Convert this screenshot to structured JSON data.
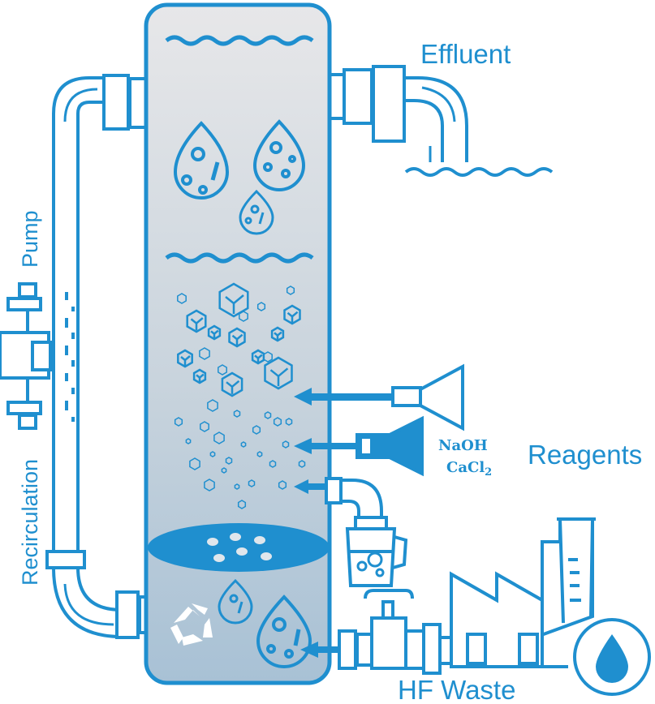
{
  "labels": {
    "effluent": "Effluent",
    "reagents": "Reagents",
    "hf_waste": "HF Waste",
    "pump": "Pump",
    "recirculation": "Recirculation",
    "naoh": "NaOH",
    "cacl_base": "CaCl",
    "cacl_sub": "2"
  },
  "colors": {
    "primary": "#1f8fcf",
    "tank_top": "#e6e6e8",
    "tank_bottom": "#a9c2d6",
    "white": "#ffffff"
  },
  "icons": [
    "recycle-icon",
    "water-drop-icon",
    "factory-icon",
    "faucet-icon",
    "beaker-icon",
    "funnel-icon",
    "bacteria-drop-icon",
    "crystal-icon",
    "pump-icon"
  ]
}
